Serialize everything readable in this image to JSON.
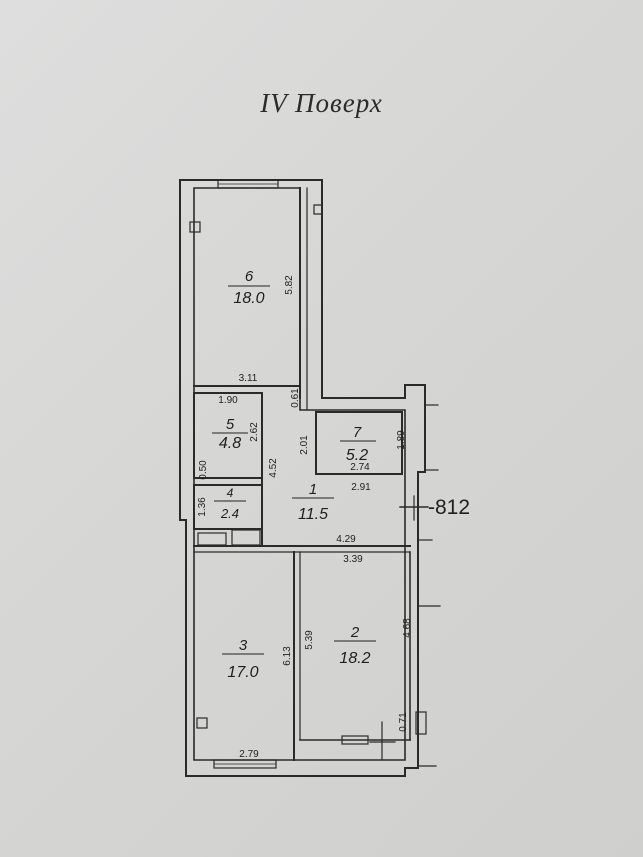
{
  "title": "IV Поверх",
  "level_mark": "-812",
  "rooms": [
    {
      "number": "1",
      "area": "11.5"
    },
    {
      "number": "2",
      "area": "18.2"
    },
    {
      "number": "3",
      "area": "17.0"
    },
    {
      "number": "4",
      "area": "2.4"
    },
    {
      "number": "5",
      "area": "4.8"
    },
    {
      "number": "6",
      "area": "18.0"
    },
    {
      "number": "7",
      "area": "5.2"
    }
  ],
  "dimensions": {
    "d_5_82": "5.82",
    "d_3_11": "3.11",
    "d_1_90": "1.90",
    "d_0_61": "0.61",
    "d_2_62": "2.62",
    "d_2_01": "2.01",
    "d_4_52": "4.52",
    "d_0_50": "0.50",
    "d_1_89": "1.89",
    "d_2_74": "2.74",
    "d_2_91": "2.91",
    "d_1_36": "1.36",
    "d_4_29": "4.29",
    "d_3_39": "3.39",
    "d_6_13": "6.13",
    "d_5_39": "5.39",
    "d_4_68": "4.68",
    "d_0_71": "0.71",
    "d_2_79": "2.79"
  }
}
